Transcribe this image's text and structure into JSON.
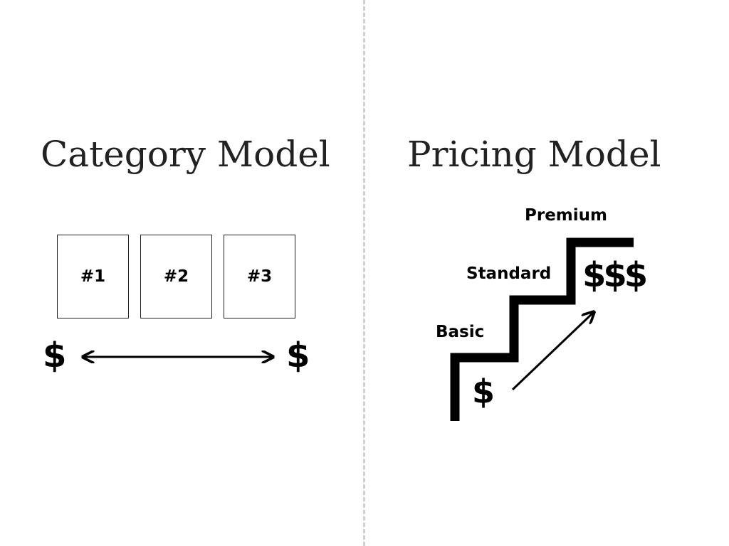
{
  "left_panel": {
    "title": "Category Model",
    "boxes": [
      "#1",
      "#2",
      "#3"
    ],
    "dollar_left": "$",
    "dollar_right": "$"
  },
  "right_panel": {
    "title": "Pricing Model",
    "tiers": {
      "basic": "Basic",
      "standard": "Standard",
      "premium": "Premium"
    },
    "dollar_low": "$",
    "dollar_high": "$$$"
  }
}
